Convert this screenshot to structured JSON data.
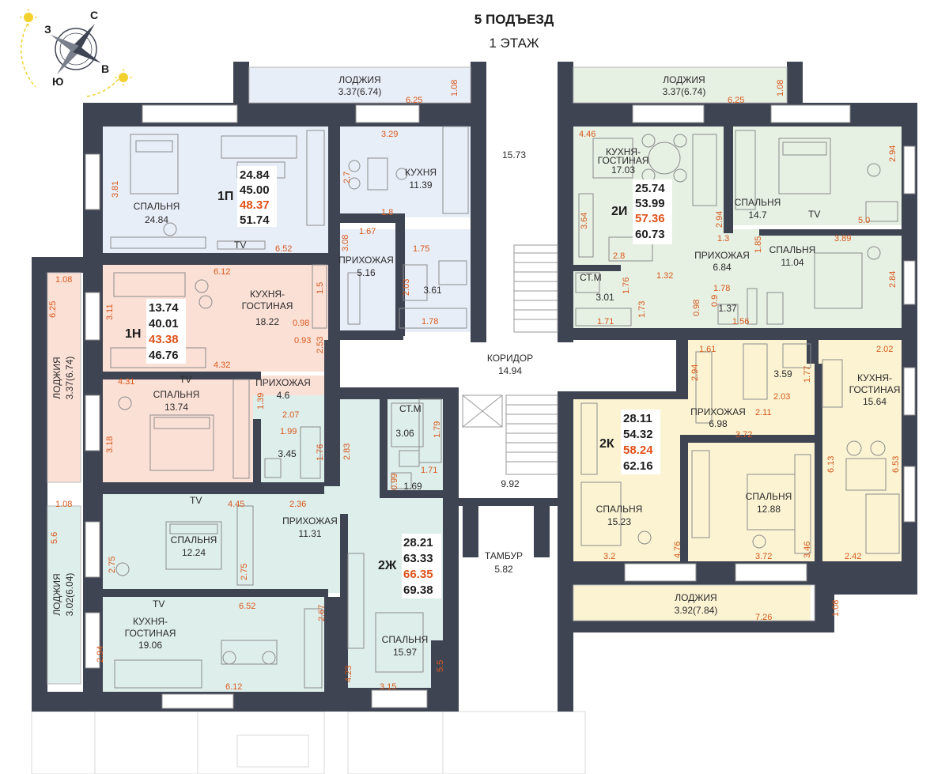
{
  "header": {
    "title": "5 ПОДЪЕЗД",
    "floor": "1 ЭТАЖ"
  },
  "compass": {
    "n": "С",
    "w": "З",
    "e": "В",
    "s": "Ю",
    "sun_color": "#f2d12e"
  },
  "colors": {
    "wall": "#3f4453",
    "dim": "#d9591c",
    "red": "#e0521a",
    "blue": "#e8eef8",
    "peach": "#fbe0d6",
    "green": "#e6f0e3",
    "teal": "#deeeeb",
    "yellow": "#fbf3d2",
    "gray": "#f3f3f3"
  },
  "apartments": {
    "a1p": {
      "code": "1П",
      "v1": "24.84",
      "v2": "45.00",
      "v3": "48.37",
      "v4": "51.74"
    },
    "a1n": {
      "code": "1Н",
      "v1": "13.74",
      "v2": "40.01",
      "v3": "43.38",
      "v4": "46.76"
    },
    "a2i": {
      "code": "2И",
      "v1": "25.74",
      "v2": "53.99",
      "v3": "57.36",
      "v4": "60.73"
    },
    "a2k": {
      "code": "2К",
      "v1": "28.11",
      "v2": "54.32",
      "v3": "58.24",
      "v4": "62.16"
    },
    "a2zh": {
      "code": "2Ж",
      "v1": "28.21",
      "v2": "63.33",
      "v3": "66.35",
      "v4": "69.38"
    }
  },
  "rooms": {
    "loggia_1p": {
      "name": "ЛОДЖИЯ",
      "area": "3.37(6.74)"
    },
    "loggia_2i": {
      "name": "ЛОДЖИЯ",
      "area": "3.37(6.74)"
    },
    "loggia_1n": {
      "name": "ЛОДЖИЯ",
      "area": "3.37(6.74)"
    },
    "loggia_2zh": {
      "name": "ЛОДЖИЯ",
      "area": "3.02(6.04)"
    },
    "loggia_2k": {
      "name": "ЛОДЖИЯ",
      "area": "3.92(7.84)"
    },
    "bed_1p": {
      "name": "СПАЛЬНЯ",
      "area": "24.84"
    },
    "kitchen_1p": {
      "name": "КУХНЯ",
      "area": "11.39"
    },
    "hall_1p": {
      "name": "ПРИХОЖАЯ",
      "area": "5.16"
    },
    "bath_1p": {
      "area": "3.61"
    },
    "stair_top": {
      "area": "15.73"
    },
    "kg_2i": {
      "name": "КУХНЯ-\nГОСТИНАЯ",
      "line1": "КУХНЯ-",
      "line2": "ГОСТИНАЯ",
      "area": "17.03"
    },
    "bed_2i_a": {
      "name": "СПАЛЬНЯ",
      "area": "14.7"
    },
    "bed_2i_b": {
      "name": "СПАЛЬНЯ",
      "area": "11.04"
    },
    "hall_2i": {
      "name": "ПРИХОЖАЯ",
      "area": "6.84"
    },
    "bath_2i": {
      "area": "3.01"
    },
    "wc_2i": {
      "area": "1.37"
    },
    "kg_1n": {
      "line1": "КУХНЯ-",
      "line2": "ГОСТИНАЯ",
      "area": "18.22"
    },
    "hall_1n": {
      "name": "ПРИХОЖАЯ",
      "area": "4.6"
    },
    "bed_1n": {
      "name": "СПАЛЬНЯ",
      "area": "13.74"
    },
    "bath_1n": {
      "area": "3.45"
    },
    "corridor": {
      "name": "КОРИДОР",
      "area": "14.94"
    },
    "bath_2zh_a": {
      "area": "3.06"
    },
    "wc_2zh": {
      "area": "1.69"
    },
    "stair_mid": {
      "area": "9.92"
    },
    "tambur": {
      "name": "ТАМБУР",
      "area": "5.82"
    },
    "bed_2zh_a": {
      "name": "СПАЛЬНЯ",
      "area": "12.24"
    },
    "hall_2zh": {
      "name": "ПРИХОЖАЯ",
      "area": "11.31"
    },
    "kg_2zh": {
      "line1": "КУХНЯ-",
      "line2": "ГОСТИНАЯ",
      "area": "19.06"
    },
    "bed_2zh_b": {
      "name": "СПАЛЬНЯ",
      "area": "15.97"
    },
    "bath_2k": {
      "area": "3.59"
    },
    "hall_2k": {
      "name": "ПРИХОЖАЯ",
      "area": "6.98"
    },
    "kg_2k": {
      "line1": "КУХНЯ-",
      "line2": "ГОСТИНАЯ",
      "area": "15.64"
    },
    "bed_2k_a": {
      "name": "СПАЛЬНЯ",
      "area": "15.23"
    },
    "bed_2k_b": {
      "name": "СПАЛЬНЯ",
      "area": "12.88"
    }
  },
  "dimensions": {
    "d625a": "6.25",
    "d108a": "1.08",
    "d625b": "6.25",
    "d108b": "1.08",
    "d329": "3.29",
    "d27": "2.7",
    "d18": "1.8",
    "d381": "3.81",
    "d652": "6.52",
    "d308": "3.08",
    "d167": "1.67",
    "d175": "1.75",
    "d203": "2.03",
    "d178a": "1.78",
    "d446": "4.46",
    "d364": "3.64",
    "d28": "2.8",
    "d294a": "2.94",
    "d294b": "2.94",
    "d50": "5.0",
    "d13": "1.3",
    "d185": "1.85",
    "d389": "3.89",
    "d284": "2.84",
    "d132": "1.32",
    "d178b": "1.78",
    "d176": "1.76",
    "d173": "1.73",
    "d171": "1.71",
    "d098a": "0.98",
    "d09": "0.9",
    "d156": "1.56",
    "d108c": "1.08",
    "d625c": "6.25",
    "d311": "3.11",
    "d612a": "6.12",
    "d15": "1.5",
    "d098b": "0.98",
    "d093": "0.93",
    "d253": "2.53",
    "d432": "4.32",
    "d431": "4.31",
    "d139": "1.39",
    "d207": "2.07",
    "d318": "3.18",
    "d199": "1.99",
    "d176b": "1.76",
    "d179": "1.79",
    "d171b": "1.71",
    "d099": "0.99",
    "d283": "2.83",
    "d161": "1.61",
    "d202": "2.02",
    "d294c": "2.94",
    "d177": "1.77",
    "d203b": "2.03",
    "d211": "2.11",
    "d372a": "3.72",
    "d613": "6.13",
    "d653": "6.53",
    "d108d": "1.08",
    "d56": "5.6",
    "d445": "4.45",
    "d236": "2.36",
    "d275a": "2.75",
    "d275b": "2.75",
    "d652b": "6.52",
    "d267": "2.67",
    "d294d": "2.94",
    "d612b": "6.12",
    "d423": "4.23",
    "d315": "3.15",
    "d55": "5.5",
    "d32": "3.2",
    "d476": "4.76",
    "d372b": "3.72",
    "d346": "3.46",
    "d242": "2.42",
    "d108e": "1.08",
    "d726": "7.26"
  },
  "tags": {
    "tv": "TV",
    "stm": "СТ.М"
  }
}
